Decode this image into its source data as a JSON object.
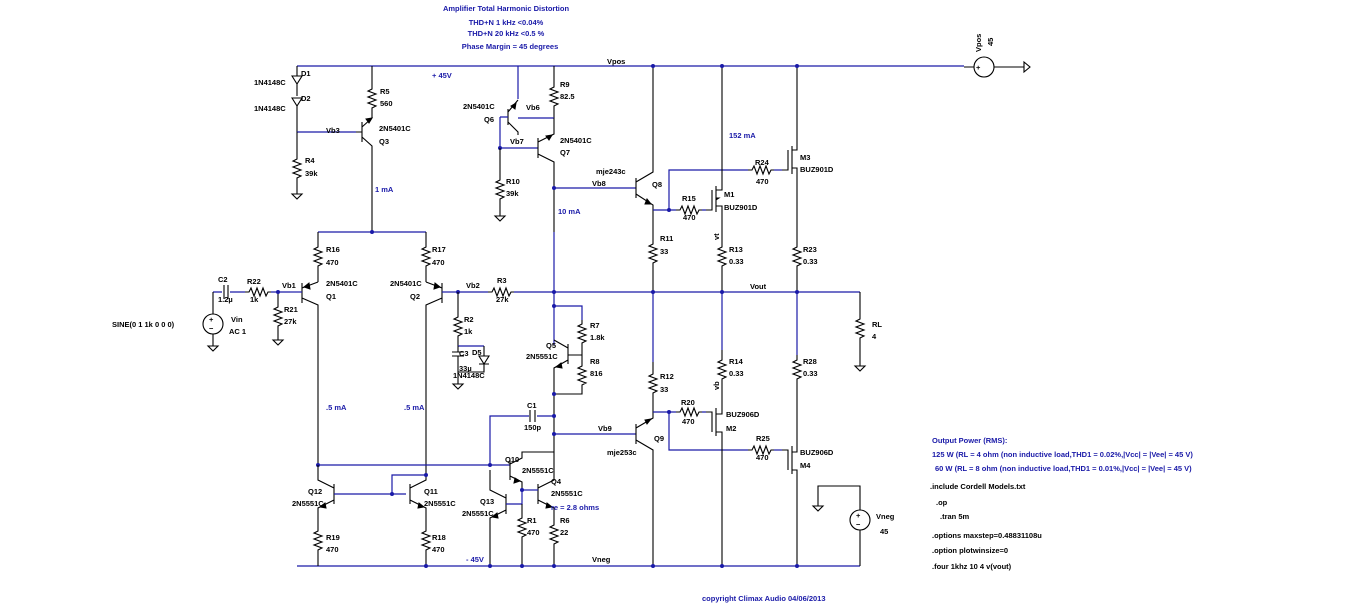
{
  "header": {
    "title": "Amplifier Total Harmonic Distortion",
    "thd1": "THD+N 1 kHz <0.04%",
    "thd2": "THD+N 20 kHz <0.5 %",
    "phase": "Phase Margin = 45 degrees"
  },
  "nets": {
    "vpos": "Vpos",
    "vneg": "Vneg",
    "vout": "Vout",
    "plus45": "+ 45V",
    "minus45": "- 45V",
    "vb1": "Vb1",
    "vb2": "Vb2",
    "vb3": "Vb3",
    "vb6": "Vb6",
    "vb7": "Vb7",
    "vb8": "Vb8",
    "vb9": "Vb9",
    "vt": "vt",
    "vb": "vb"
  },
  "annotations": {
    "i1": "1 mA",
    "i10": "10 mA",
    "i152": "152 mA",
    "i5a": ".5 mA",
    "i5b": ".5 mA",
    "re": "re = 2.8 ohms"
  },
  "components": {
    "D1": {
      "name": "D1",
      "model": "1N4148C"
    },
    "D2": {
      "name": "D2",
      "model": "1N4148C"
    },
    "R5": {
      "name": "R5",
      "value": "560"
    },
    "R4": {
      "name": "R4",
      "value": "39k"
    },
    "Q3": {
      "name": "Q3",
      "model": "2N5401C"
    },
    "Q6": {
      "name": "Q6",
      "model": "2N5401C"
    },
    "Q7": {
      "name": "Q7",
      "model": "2N5401C"
    },
    "R9": {
      "name": "R9",
      "value": "82.5"
    },
    "R10": {
      "name": "R10",
      "value": "39k"
    },
    "Q8": {
      "name": "Q8",
      "model": "mje243c"
    },
    "R15": {
      "name": "R15",
      "value": "470"
    },
    "M1": {
      "name": "M1",
      "model": "BUZ901D"
    },
    "R24": {
      "name": "R24",
      "value": "470"
    },
    "M3": {
      "name": "M3",
      "model": "BUZ901D"
    },
    "R11": {
      "name": "R11",
      "value": "33"
    },
    "R13": {
      "name": "R13",
      "value": "0.33"
    },
    "R23": {
      "name": "R23",
      "value": "0.33"
    },
    "R16": {
      "name": "R16",
      "value": "470"
    },
    "R17": {
      "name": "R17",
      "value": "470"
    },
    "Q1": {
      "name": "Q1",
      "model": "2N5401C"
    },
    "Q2": {
      "name": "Q2",
      "model": "2N5401C"
    },
    "C2": {
      "name": "C2",
      "value": "1.2µ"
    },
    "R22": {
      "name": "R22",
      "value": "1k"
    },
    "R21": {
      "name": "R21",
      "value": "27k"
    },
    "R3": {
      "name": "R3",
      "value": "27k"
    },
    "R2": {
      "name": "R2",
      "value": "1k"
    },
    "C3": {
      "name": "C3",
      "value": "33µ"
    },
    "D5": {
      "name": "D5",
      "model": "1N4148C"
    },
    "Vin": {
      "name": "Vin",
      "ac": "AC 1",
      "sine": "SINE(0 1 1k 0 0 0)"
    },
    "R7": {
      "name": "R7",
      "value": "1.8k"
    },
    "R8": {
      "name": "R8",
      "value": "816"
    },
    "Q5": {
      "name": "Q5",
      "model": "2N5551C"
    },
    "RL": {
      "name": "RL",
      "value": "4"
    },
    "R14": {
      "name": "R14",
      "value": "0.33"
    },
    "R28": {
      "name": "R28",
      "value": "0.33"
    },
    "R12": {
      "name": "R12",
      "value": "33"
    },
    "C1": {
      "name": "C1",
      "value": "150p"
    },
    "R20": {
      "name": "R20",
      "value": "470"
    },
    "M2": {
      "name": "M2",
      "model": "BUZ906D"
    },
    "Q9": {
      "name": "Q9",
      "model": "mje253c"
    },
    "R25": {
      "name": "R25",
      "value": "470"
    },
    "M4": {
      "name": "M4",
      "model": "BUZ906D"
    },
    "Q10": {
      "name": "Q10",
      "model": "2N5551C"
    },
    "Q4": {
      "name": "Q4",
      "model": "2N5551C"
    },
    "Q13": {
      "name": "Q13",
      "model": "2N5551C"
    },
    "R1": {
      "name": "R1",
      "value": "470"
    },
    "R6": {
      "name": "R6",
      "value": "22"
    },
    "Q12": {
      "name": "Q12",
      "model": "2N5551C"
    },
    "Q11": {
      "name": "Q11",
      "model": "2N5551C"
    },
    "R19": {
      "name": "R19",
      "value": "470"
    },
    "R18": {
      "name": "R18",
      "value": "470"
    },
    "Vpos": {
      "name": "Vpos",
      "value": "45"
    },
    "Vneg": {
      "name": "Vneg",
      "value": "45"
    }
  },
  "power_output": {
    "title": "Output Power (RMS):",
    "line1": "125 W (RL = 4 ohm (non inductive load,THD1 = 0.02%,|Vcc| = |Vee| = 45 V)",
    "line2": "60 W (RL = 8 ohm (non inductive load,THD1 = 0.01%,|Vcc| = |Vee| = 45 V)"
  },
  "spice": {
    "include": ".include Cordell Models.txt",
    "op": ".op",
    "tran": ".tran 5m",
    "options": ".options maxstep=0.48831108u",
    "plotwin": ".option plotwinsize=0",
    "four": ".four 1khz 10 4 v(vout)"
  },
  "copyright": "copyright Climax Audio 04/06/2013"
}
